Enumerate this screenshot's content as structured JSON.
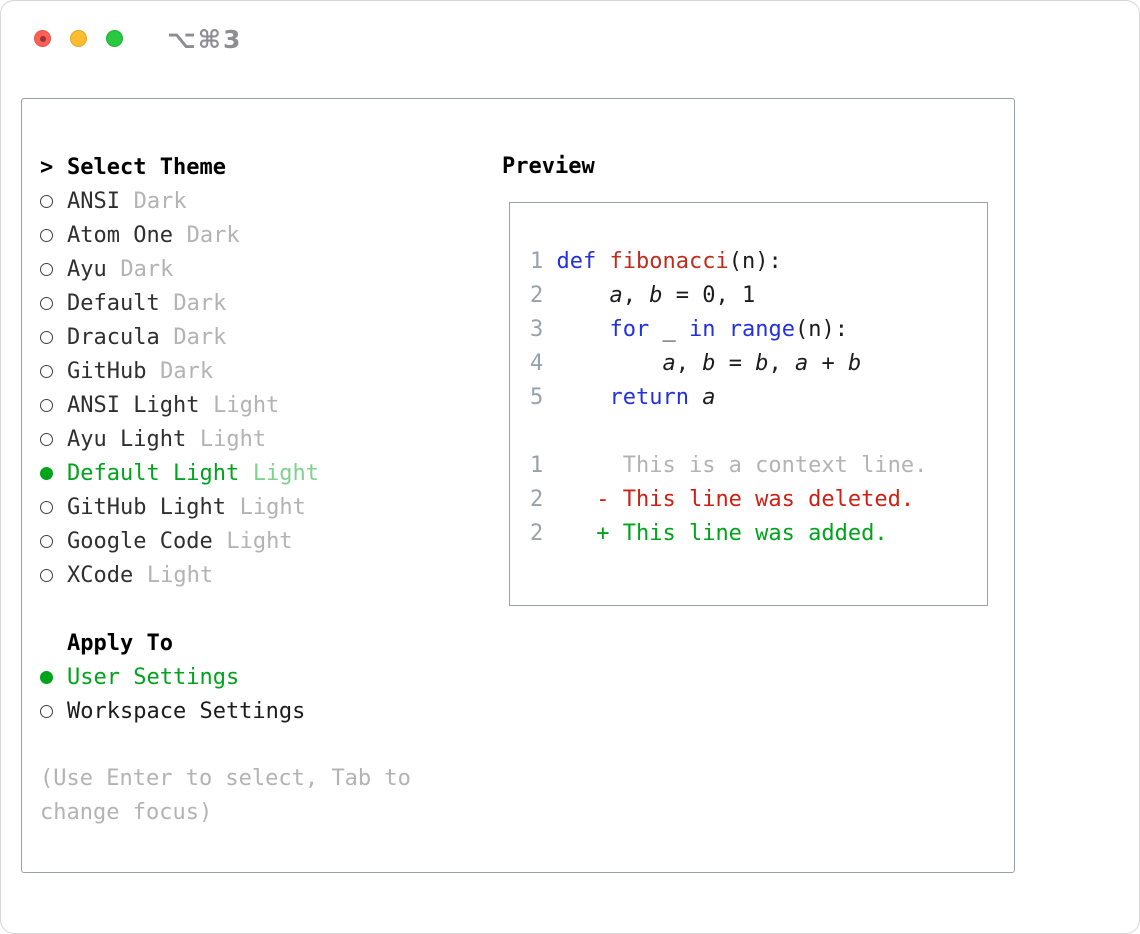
{
  "colors": {
    "accent_green": "#00a41c",
    "keyword_blue": "#2230e0",
    "function_red": "#bf2d1e",
    "deleted_red": "#cc2114",
    "added_green": "#00a41c",
    "muted_gray": "#b3b3b3",
    "line_number_gray": "#98a1aa",
    "text_black": "#1c1c1c",
    "border_gray": "#9aa0a6",
    "traffic_red": "#ff5f57",
    "traffic_yellow": "#febc2e",
    "traffic_green": "#28c840"
  },
  "window": {
    "title": "⌥⌘3"
  },
  "theme_selector": {
    "header_prefix": ">",
    "header": "Select Theme",
    "items": [
      {
        "name": "ANSI",
        "variant": "Dark",
        "selected": false
      },
      {
        "name": "Atom One",
        "variant": "Dark",
        "selected": false
      },
      {
        "name": "Ayu",
        "variant": "Dark",
        "selected": false
      },
      {
        "name": "Default",
        "variant": "Dark",
        "selected": false
      },
      {
        "name": "Dracula",
        "variant": "Dark",
        "selected": false
      },
      {
        "name": "GitHub",
        "variant": "Dark",
        "selected": false
      },
      {
        "name": "ANSI Light",
        "variant": "Light",
        "selected": false
      },
      {
        "name": "Ayu Light",
        "variant": "Light",
        "selected": false
      },
      {
        "name": "Default Light",
        "variant": "Light",
        "selected": true
      },
      {
        "name": "GitHub Light",
        "variant": "Light",
        "selected": false
      },
      {
        "name": "Google Code",
        "variant": "Light",
        "selected": false
      },
      {
        "name": "XCode",
        "variant": "Light",
        "selected": false
      }
    ]
  },
  "apply_to": {
    "header": "Apply To",
    "options": [
      {
        "label": "User Settings",
        "selected": true
      },
      {
        "label": "Workspace Settings",
        "selected": false
      }
    ]
  },
  "hint": "(Use Enter to select, Tab to change focus)",
  "preview": {
    "title": "Preview",
    "lines": [
      [
        {
          "t": "1 ",
          "c": "ln"
        },
        {
          "t": "def ",
          "c": "kw"
        },
        {
          "t": "fibonacci",
          "c": "fn"
        },
        {
          "t": "(n):",
          "c": "pl"
        }
      ],
      [
        {
          "t": "2 ",
          "c": "ln"
        },
        {
          "t": "    ",
          "c": "pl"
        },
        {
          "t": "a",
          "c": "va"
        },
        {
          "t": ", ",
          "c": "pl"
        },
        {
          "t": "b",
          "c": "va"
        },
        {
          "t": " = 0, 1",
          "c": "pl"
        }
      ],
      [
        {
          "t": "3 ",
          "c": "ln"
        },
        {
          "t": "    ",
          "c": "pl"
        },
        {
          "t": "for",
          "c": "kw"
        },
        {
          "t": " _ ",
          "c": "pl"
        },
        {
          "t": "in",
          "c": "kw"
        },
        {
          "t": " ",
          "c": "pl"
        },
        {
          "t": "range",
          "c": "kw"
        },
        {
          "t": "(n):",
          "c": "pl"
        }
      ],
      [
        {
          "t": "4 ",
          "c": "ln"
        },
        {
          "t": "        ",
          "c": "pl"
        },
        {
          "t": "a",
          "c": "va"
        },
        {
          "t": ", ",
          "c": "pl"
        },
        {
          "t": "b",
          "c": "va"
        },
        {
          "t": " = ",
          "c": "pl"
        },
        {
          "t": "b",
          "c": "va"
        },
        {
          "t": ", ",
          "c": "pl"
        },
        {
          "t": "a",
          "c": "va"
        },
        {
          "t": " + ",
          "c": "pl"
        },
        {
          "t": "b",
          "c": "va"
        }
      ],
      [
        {
          "t": "5 ",
          "c": "ln"
        },
        {
          "t": "    ",
          "c": "pl"
        },
        {
          "t": "return",
          "c": "kw"
        },
        {
          "t": " ",
          "c": "pl"
        },
        {
          "t": "a",
          "c": "va"
        }
      ],
      [],
      [
        {
          "t": "1 ",
          "c": "ln"
        },
        {
          "t": "     This is a context line.",
          "c": "ctx"
        }
      ],
      [
        {
          "t": "2 ",
          "c": "ln"
        },
        {
          "t": "   - This line was deleted.",
          "c": "del"
        }
      ],
      [
        {
          "t": "2 ",
          "c": "ln"
        },
        {
          "t": "   + This line was added.",
          "c": "add"
        }
      ]
    ]
  }
}
